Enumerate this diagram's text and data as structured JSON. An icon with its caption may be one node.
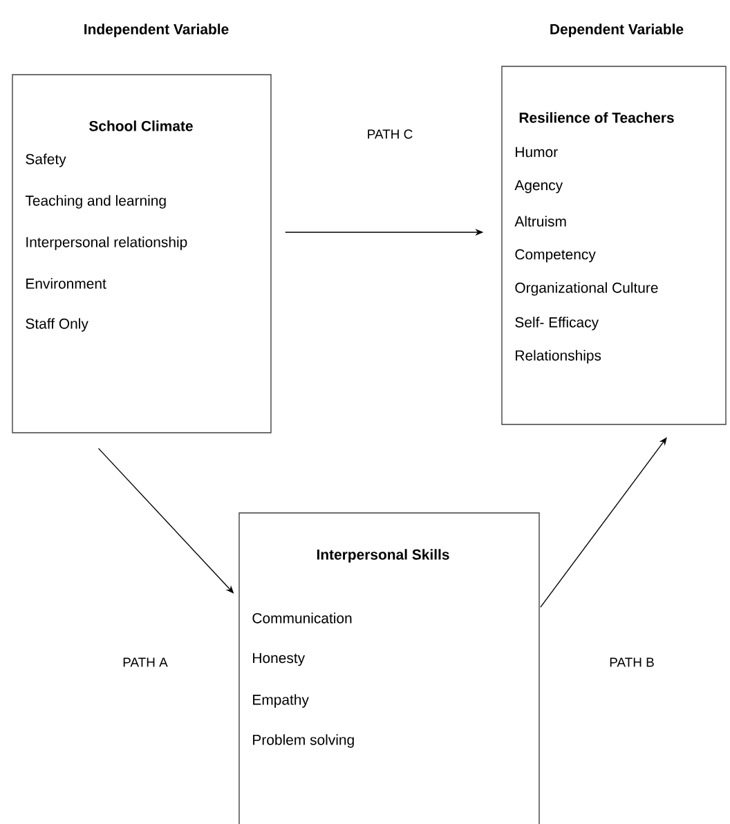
{
  "diagram": {
    "nodes": [
      {
        "text": [
          "Independent Variable",
          "School Climate",
          "Safety",
          "Teaching and learning",
          "Interpersonal relationship",
          "Environment",
          "Staff Only"
        ]
      },
      {
        "text": [
          "Dependent Variable",
          "Resilience of Teachers",
          "Humor",
          "Agency",
          "Altruism",
          "Competency",
          "Organizational Culture",
          "Self- Efficacy",
          "Relationships"
        ]
      },
      {
        "text": [
          "Interpersonal Skills",
          "Communication",
          "Honesty",
          "Empathy",
          "Problem solving"
        ]
      }
    ],
    "edges": [
      {
        "from": 0,
        "to": 1,
        "arrow": "to"
      },
      {
        "from": 0,
        "to": 2,
        "arrow": "to"
      },
      {
        "from": 2,
        "to": 1,
        "arrow": "to"
      }
    ],
    "labels": [
      "PATH C",
      "PATH A",
      "PATH B"
    ]
  }
}
